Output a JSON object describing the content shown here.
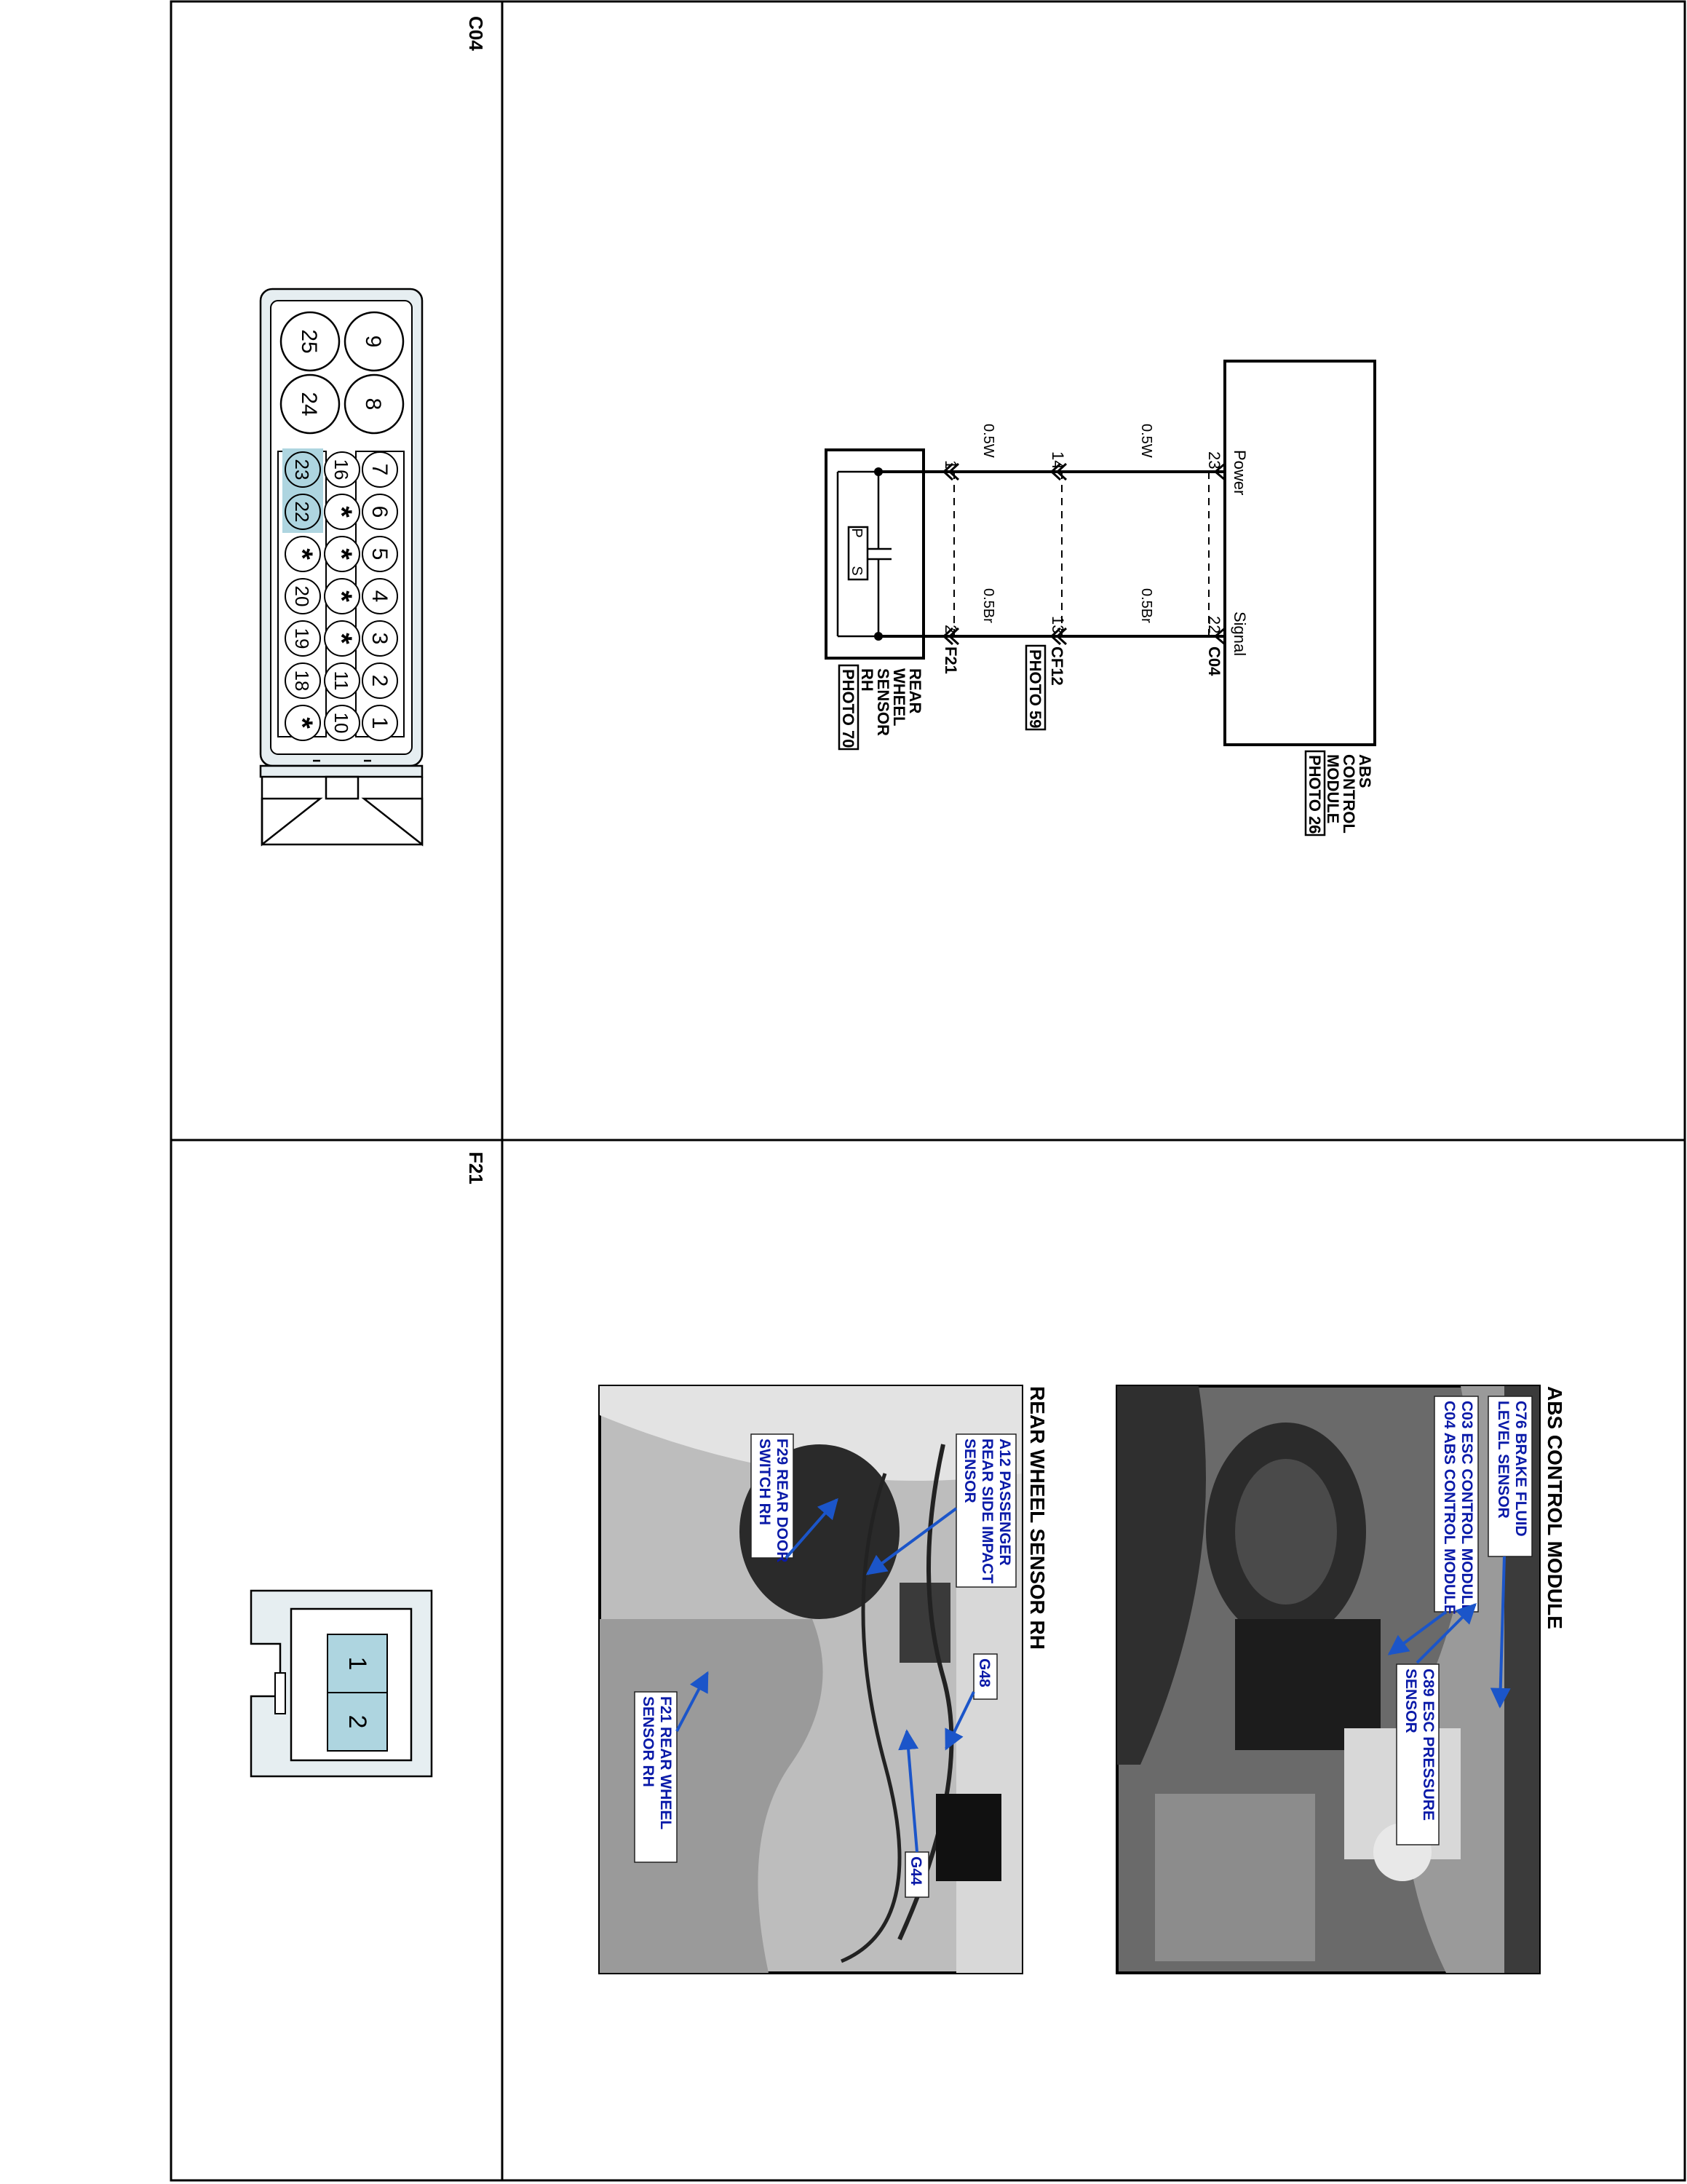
{
  "colors": {
    "line": "#000000",
    "highlight": "#aed5e0",
    "connector_fill": "#e6eef1",
    "callout_text": "#0a1aa8",
    "arrow": "#1b55c9",
    "photo_dark": "#2a2a2a",
    "photo_mid": "#7a7a7a",
    "photo_light": "#cfcfcf"
  },
  "sections": {
    "c04": {
      "label": "C04",
      "pins_row_top": [
        "7",
        "6",
        "5",
        "4",
        "3",
        "2",
        "1"
      ],
      "pins_row_mid": [
        "16",
        "*",
        "*",
        "*",
        "*",
        "11",
        "10"
      ],
      "pins_row_bot": [
        "23",
        "22",
        "*",
        "20",
        "19",
        "18",
        "*"
      ],
      "pins_large": [
        "9",
        "8",
        "25",
        "24"
      ],
      "highlighted_pins": [
        "23",
        "22"
      ]
    },
    "f21": {
      "label": "F21",
      "pins": [
        "1",
        "2"
      ]
    }
  },
  "diagram": {
    "module_name": [
      "ABS",
      "CONTROL",
      "MODULE"
    ],
    "module_photo": "PHOTO 26",
    "pin_power_label": "Power",
    "pin_signal_label": "Signal",
    "module_connector": "C04",
    "module_pin_power": "23",
    "module_pin_signal": "22",
    "inline_connector": "CF12",
    "inline_photo": "PHOTO 59",
    "inline_pin_power": "14",
    "inline_pin_signal": "13",
    "wire_power_upper": "0.5W",
    "wire_signal_upper": "0.5Br",
    "wire_power_lower": "0.5W",
    "wire_signal_lower": "0.5Br",
    "sensor_connector": "F21",
    "sensor_pin_power": "1",
    "sensor_pin_signal": "2",
    "sensor_name": [
      "REAR",
      "WHEEL",
      "SENSOR",
      "RH"
    ],
    "sensor_photo": "PHOTO 70",
    "sensor_symbol_p": "P",
    "sensor_symbol_s": "S"
  },
  "photos": {
    "abs": {
      "title": "ABS CONTROL MODULE",
      "callouts": [
        [
          "C76 BRAKE FLUID",
          "LEVEL SENSOR"
        ],
        [
          "C03 ESC CONTROL MODULE",
          "C04 ABS CONTROL MODULE"
        ],
        [
          "C89 ESC PRESSURE",
          "SENSOR"
        ]
      ]
    },
    "rear": {
      "title": "REAR WHEEL SENSOR RH",
      "callouts": [
        [
          "A12 PASSENGER",
          "REAR SIDE IMPACT",
          "SENSOR"
        ],
        [
          "F29 REAR DOOR",
          "SWITCH RH"
        ],
        [
          "G48"
        ],
        [
          "G44"
        ],
        [
          "F21 REAR WHEEL",
          "SENSOR RH"
        ]
      ]
    }
  }
}
